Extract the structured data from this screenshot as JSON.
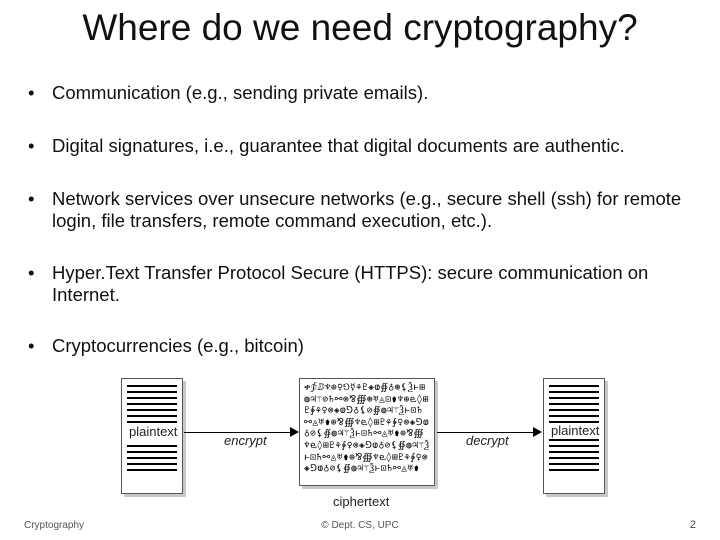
{
  "slide": {
    "title": "Where do we need cryptography?",
    "bullet_symbol": "•",
    "bullets": [
      "Communication (e.g., sending private emails).",
      "Digital signatures, i.e., guarantee that digital documents are authentic.",
      "Network services over unsecure networks (e.g., secure shell (ssh) for remote login, file transfers, remote command execution, etc.).",
      "Hyper.Text Transfer Protocol Secure (HTTPS): secure communication on Internet.",
      "Cryptocurrencies (e.g., bitcoin)"
    ]
  },
  "diagram": {
    "plaintext_left_label": "plaintext",
    "encrypt_label": "encrypt",
    "decrypt_label": "decrypt",
    "plaintext_right_label": "plaintext",
    "ciphertext_label": "ciphertext",
    "cipher_glyphs": "ቀ∲ⅅ♆⊕♀⅁☿⚘♇◈ⱷ∯♁⊛⚸Ѯⱶ⊞◍♃⚚⊘♄⚯⊗⅋∰⊛♅◬⊡⚱♆⊕ⱸ◊⊞♇∲⚘♀⊗◈ⱷ⅁♁⚸⊘∯◍♃⚚Ѯⱶ⊡♄⚯◬♅⚱⊕⅋∰♆ⱸ◊⊞♇⚘∲♀⊗◈⅁ⱷ♁⊘⚸∯◍♃⚚Ѯⱶ⊡♄⚯◬♅⚱⊕⅋∰♆ⱸ◊⊞♇⚘∲♀⊗◈⅁ⱷ♁⊘⚸∯◍♃⚚Ѯⱶ⊡♄⚯◬♅⚱⊕⅋∰♆ⱸ◊⊞♇⚘∲♀⊗◈⅁ⱷ♁⊘⚸∯◍♃⚚Ѯⱶ⊡♄⚯◬♅⚱"
  },
  "footer": {
    "left": "Cryptography",
    "center": "© Dept. CS, UPC",
    "page_number": "2"
  }
}
